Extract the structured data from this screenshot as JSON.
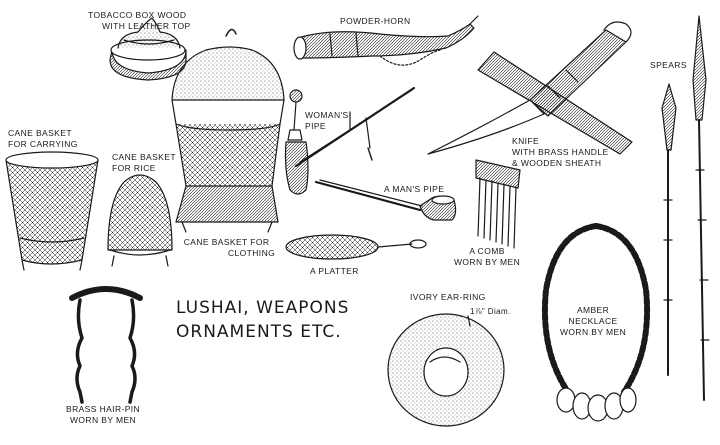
{
  "title": {
    "line1": "LUSHAI, WEAPONS",
    "line2": "ORNAMENTS ETC."
  },
  "labels": {
    "tobacco_box": {
      "line1": "TOBACCO  BOX  WOOD",
      "line2": "WITH  LEATHER TOP"
    },
    "powder_horn": {
      "line1": "POWDER-HORN"
    },
    "spears": {
      "line1": "SPEARS"
    },
    "cane_basket_carrying": {
      "line1": "CANE BASKET",
      "line2": "FOR CARRYING"
    },
    "cane_basket_rice": {
      "line1": "CANE BASKET",
      "line2": "FOR RICE"
    },
    "womans_pipe": {
      "line1": "WOMAN'S",
      "line2": "PIPE"
    },
    "knife": {
      "line1": "KNIFE",
      "line2": "WITH BRASS HANDLE",
      "line3": "& WOODEN SHEATH"
    },
    "mans_pipe": {
      "line1": "A MAN'S PIPE"
    },
    "cane_basket_clothing": {
      "line1": "CANE BASKET FOR",
      "line2": "CLOTHING"
    },
    "comb": {
      "line1": "A COMB",
      "line2": "WORN BY MEN"
    },
    "platter": {
      "line1": "A PLATTER"
    },
    "ivory_ear_ring": {
      "line1": "IVORY EAR-RING",
      "size_note": "1⅞\" Diam."
    },
    "amber_necklace": {
      "line1": "AMBER",
      "line2": "NECKLACE",
      "line3": "WORN BY MEN"
    },
    "brass_hair_pin": {
      "line1": "BRASS HAIR-PIN",
      "line2": "WORN BY MEN"
    }
  }
}
